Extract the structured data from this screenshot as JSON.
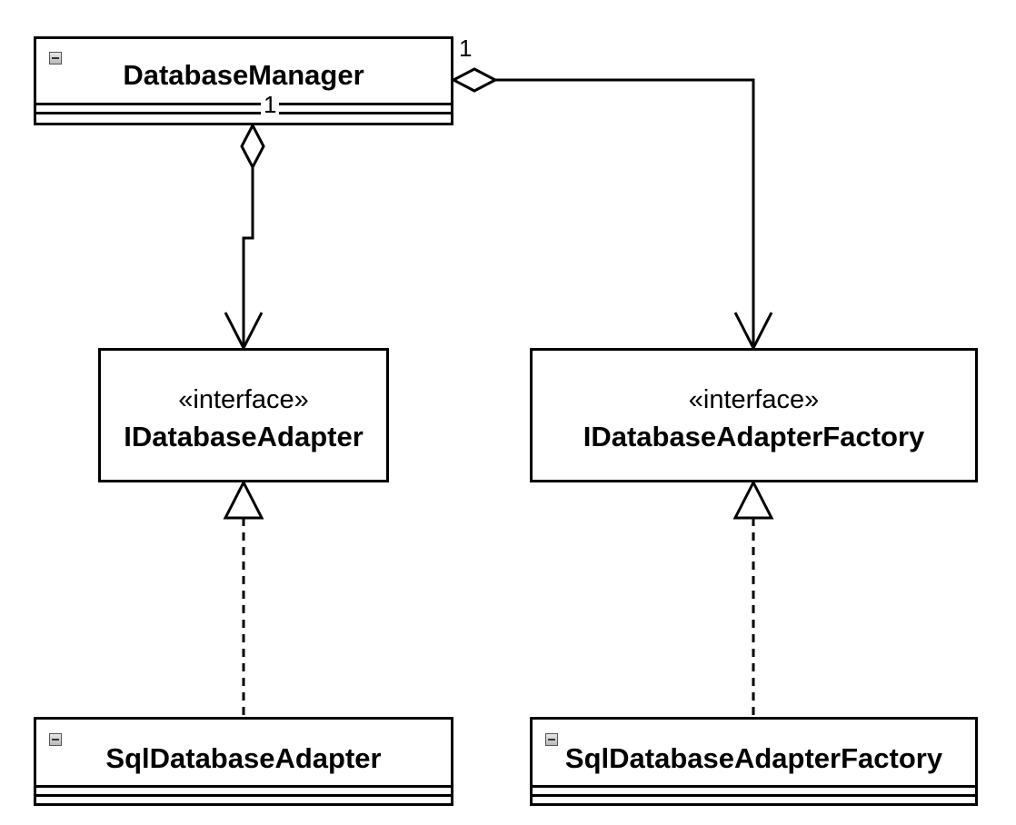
{
  "classes": {
    "database_manager": {
      "name": "DatabaseManager",
      "collapse_icon": "minus-square-icon"
    },
    "idatabase_adapter": {
      "stereotype": "«interface»",
      "name": "IDatabaseAdapter"
    },
    "idatabase_adapter_factory": {
      "stereotype": "«interface»",
      "name": "IDatabaseAdapterFactory"
    },
    "sql_database_adapter": {
      "name": "SqlDatabaseAdapter",
      "collapse_icon": "minus-square-icon"
    },
    "sql_database_adapter_factory": {
      "name": "SqlDatabaseAdapterFactory",
      "collapse_icon": "minus-square-icon"
    }
  },
  "relations": {
    "manager_to_adapter": {
      "type": "aggregation",
      "multiplicity": "1"
    },
    "manager_to_factory": {
      "type": "aggregation",
      "multiplicity": "1"
    },
    "sql_adapter_realizes": {
      "type": "realization"
    },
    "sql_factory_realizes": {
      "type": "realization"
    }
  },
  "colors": {
    "line": "#000000",
    "background": "#ffffff"
  }
}
